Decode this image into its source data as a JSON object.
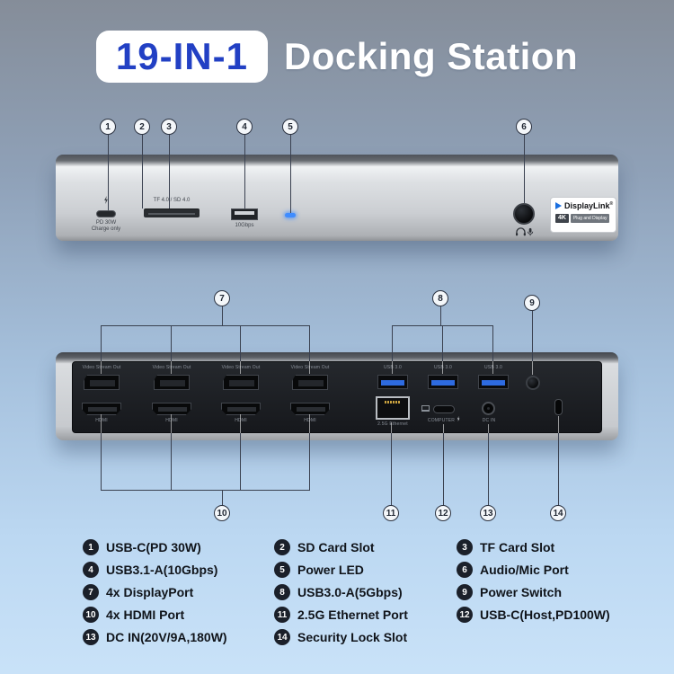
{
  "title": {
    "badge": "19-IN-1",
    "text": "Docking Station"
  },
  "colors": {
    "accent_blue": "#2240c4",
    "led_blue": "#3f8cff",
    "usb_tongue_blue": "#2e6be0"
  },
  "front": {
    "labels": {
      "usbc_line1": "PD 30W",
      "usbc_line2": "Charge only",
      "card_slot": "TF 4.0 / SD 4.0",
      "usb_a": "10Gbps"
    },
    "displaylink": {
      "brand": "DisplayLink",
      "reg": "®",
      "badge_4k": "4K",
      "tagline": "Plug and Display"
    }
  },
  "back": {
    "labels": {
      "dp_top": "Video Stream Out",
      "hdmi": "HDMI",
      "usb": "USB 3.0",
      "ethernet": "2.5G Ethernet",
      "usbc_host": "COMPUTER",
      "dc_in": "DC IN"
    }
  },
  "icons": {
    "audio": "headset-mic-icon",
    "charge": "lightning-icon",
    "host": "laptop-icon"
  },
  "callouts": [
    "1",
    "2",
    "3",
    "4",
    "5",
    "6",
    "7",
    "8",
    "9",
    "10",
    "11",
    "12",
    "13",
    "14"
  ],
  "legend": {
    "items": [
      {
        "num": "1",
        "label": "USB-C(PD 30W)"
      },
      {
        "num": "2",
        "label": "SD Card Slot"
      },
      {
        "num": "3",
        "label": "TF Card Slot"
      },
      {
        "num": "4",
        "label": "USB3.1-A(10Gbps)"
      },
      {
        "num": "5",
        "label": "Power LED"
      },
      {
        "num": "6",
        "label": "Audio/Mic Port"
      },
      {
        "num": "7",
        "label": "4x DisplayPort"
      },
      {
        "num": "8",
        "label": "USB3.0-A(5Gbps)"
      },
      {
        "num": "9",
        "label": "Power Switch"
      },
      {
        "num": "10",
        "label": "4x HDMI Port"
      },
      {
        "num": "11",
        "label": "2.5G Ethernet Port"
      },
      {
        "num": "12",
        "label": "USB-C(Host,PD100W)"
      },
      {
        "num": "13",
        "label": "DC IN(20V/9A,180W)"
      },
      {
        "num": "14",
        "label": "Security Lock Slot"
      }
    ]
  }
}
